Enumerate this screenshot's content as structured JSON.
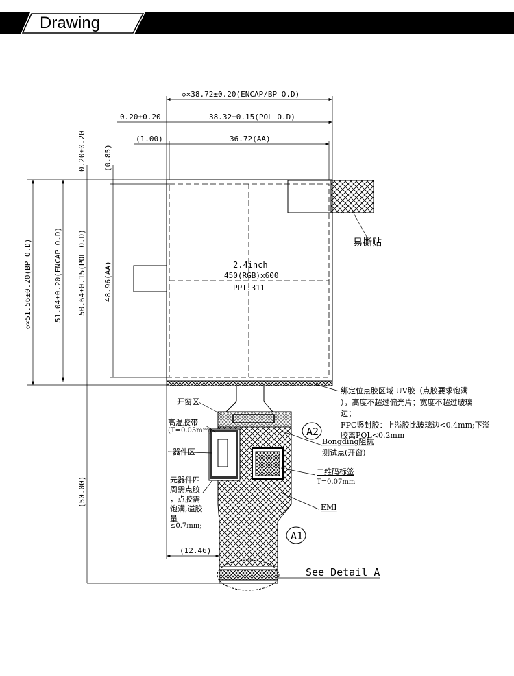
{
  "header": {
    "title": "Drawing"
  },
  "dimensions": {
    "top_encap": "◇×38.72±0.20(ENCAP/BP O.D)",
    "top_pol": "38.32±0.15(POL O.D)",
    "top_offset": "0.20±0.20",
    "top_aa": "36.72(AA)",
    "top_aa_offset": "(1.00)",
    "left_bp": "◇×51.56±0.20(BP O.D)",
    "left_encap": "51.04±0.20(ENCAP O.D)",
    "left_pol": "50.64±0.15(POL O.D)",
    "left_aa": "48.96(AA)",
    "left_top_offset": "0.20±0.20",
    "left_aa_offset": "(0.85)",
    "fpc_length": "(50.00)",
    "fpc_offset": "(12.46)"
  },
  "panel": {
    "size": "2.4inch",
    "resolution": "450(RGB)x600",
    "ppi": "PPI:311"
  },
  "labels": {
    "easy_peel": "易撕贴",
    "window_area": "开窗区",
    "high_temp_tape": "高温胶带",
    "high_temp_tape_t": "(T=0.05mm)",
    "component_area": "器件区",
    "component_glue": [
      "元器件四",
      "周需点胶",
      "，点胶需",
      "饱满,溢胶",
      "量",
      "≤0.7mm;"
    ],
    "uv_glue": [
      "绑定位点胶区域 UV胶（点胶要求饱满",
      "），高度不超过偏光片；宽度不超过玻璃",
      "边；",
      "FPC竖封胶：上溢胶比玻璃边<0.4mm;下溢",
      "胶离POL<0.2mm"
    ],
    "bonding_test": "Bongding阻抗",
    "bonding_test2": "测试点(开窗)",
    "qr_label": "二维码标签",
    "qr_t": "T=0.07mm",
    "emi": "EMI",
    "a1": "A1",
    "a2": "A2",
    "see_detail": "See Detail A"
  }
}
